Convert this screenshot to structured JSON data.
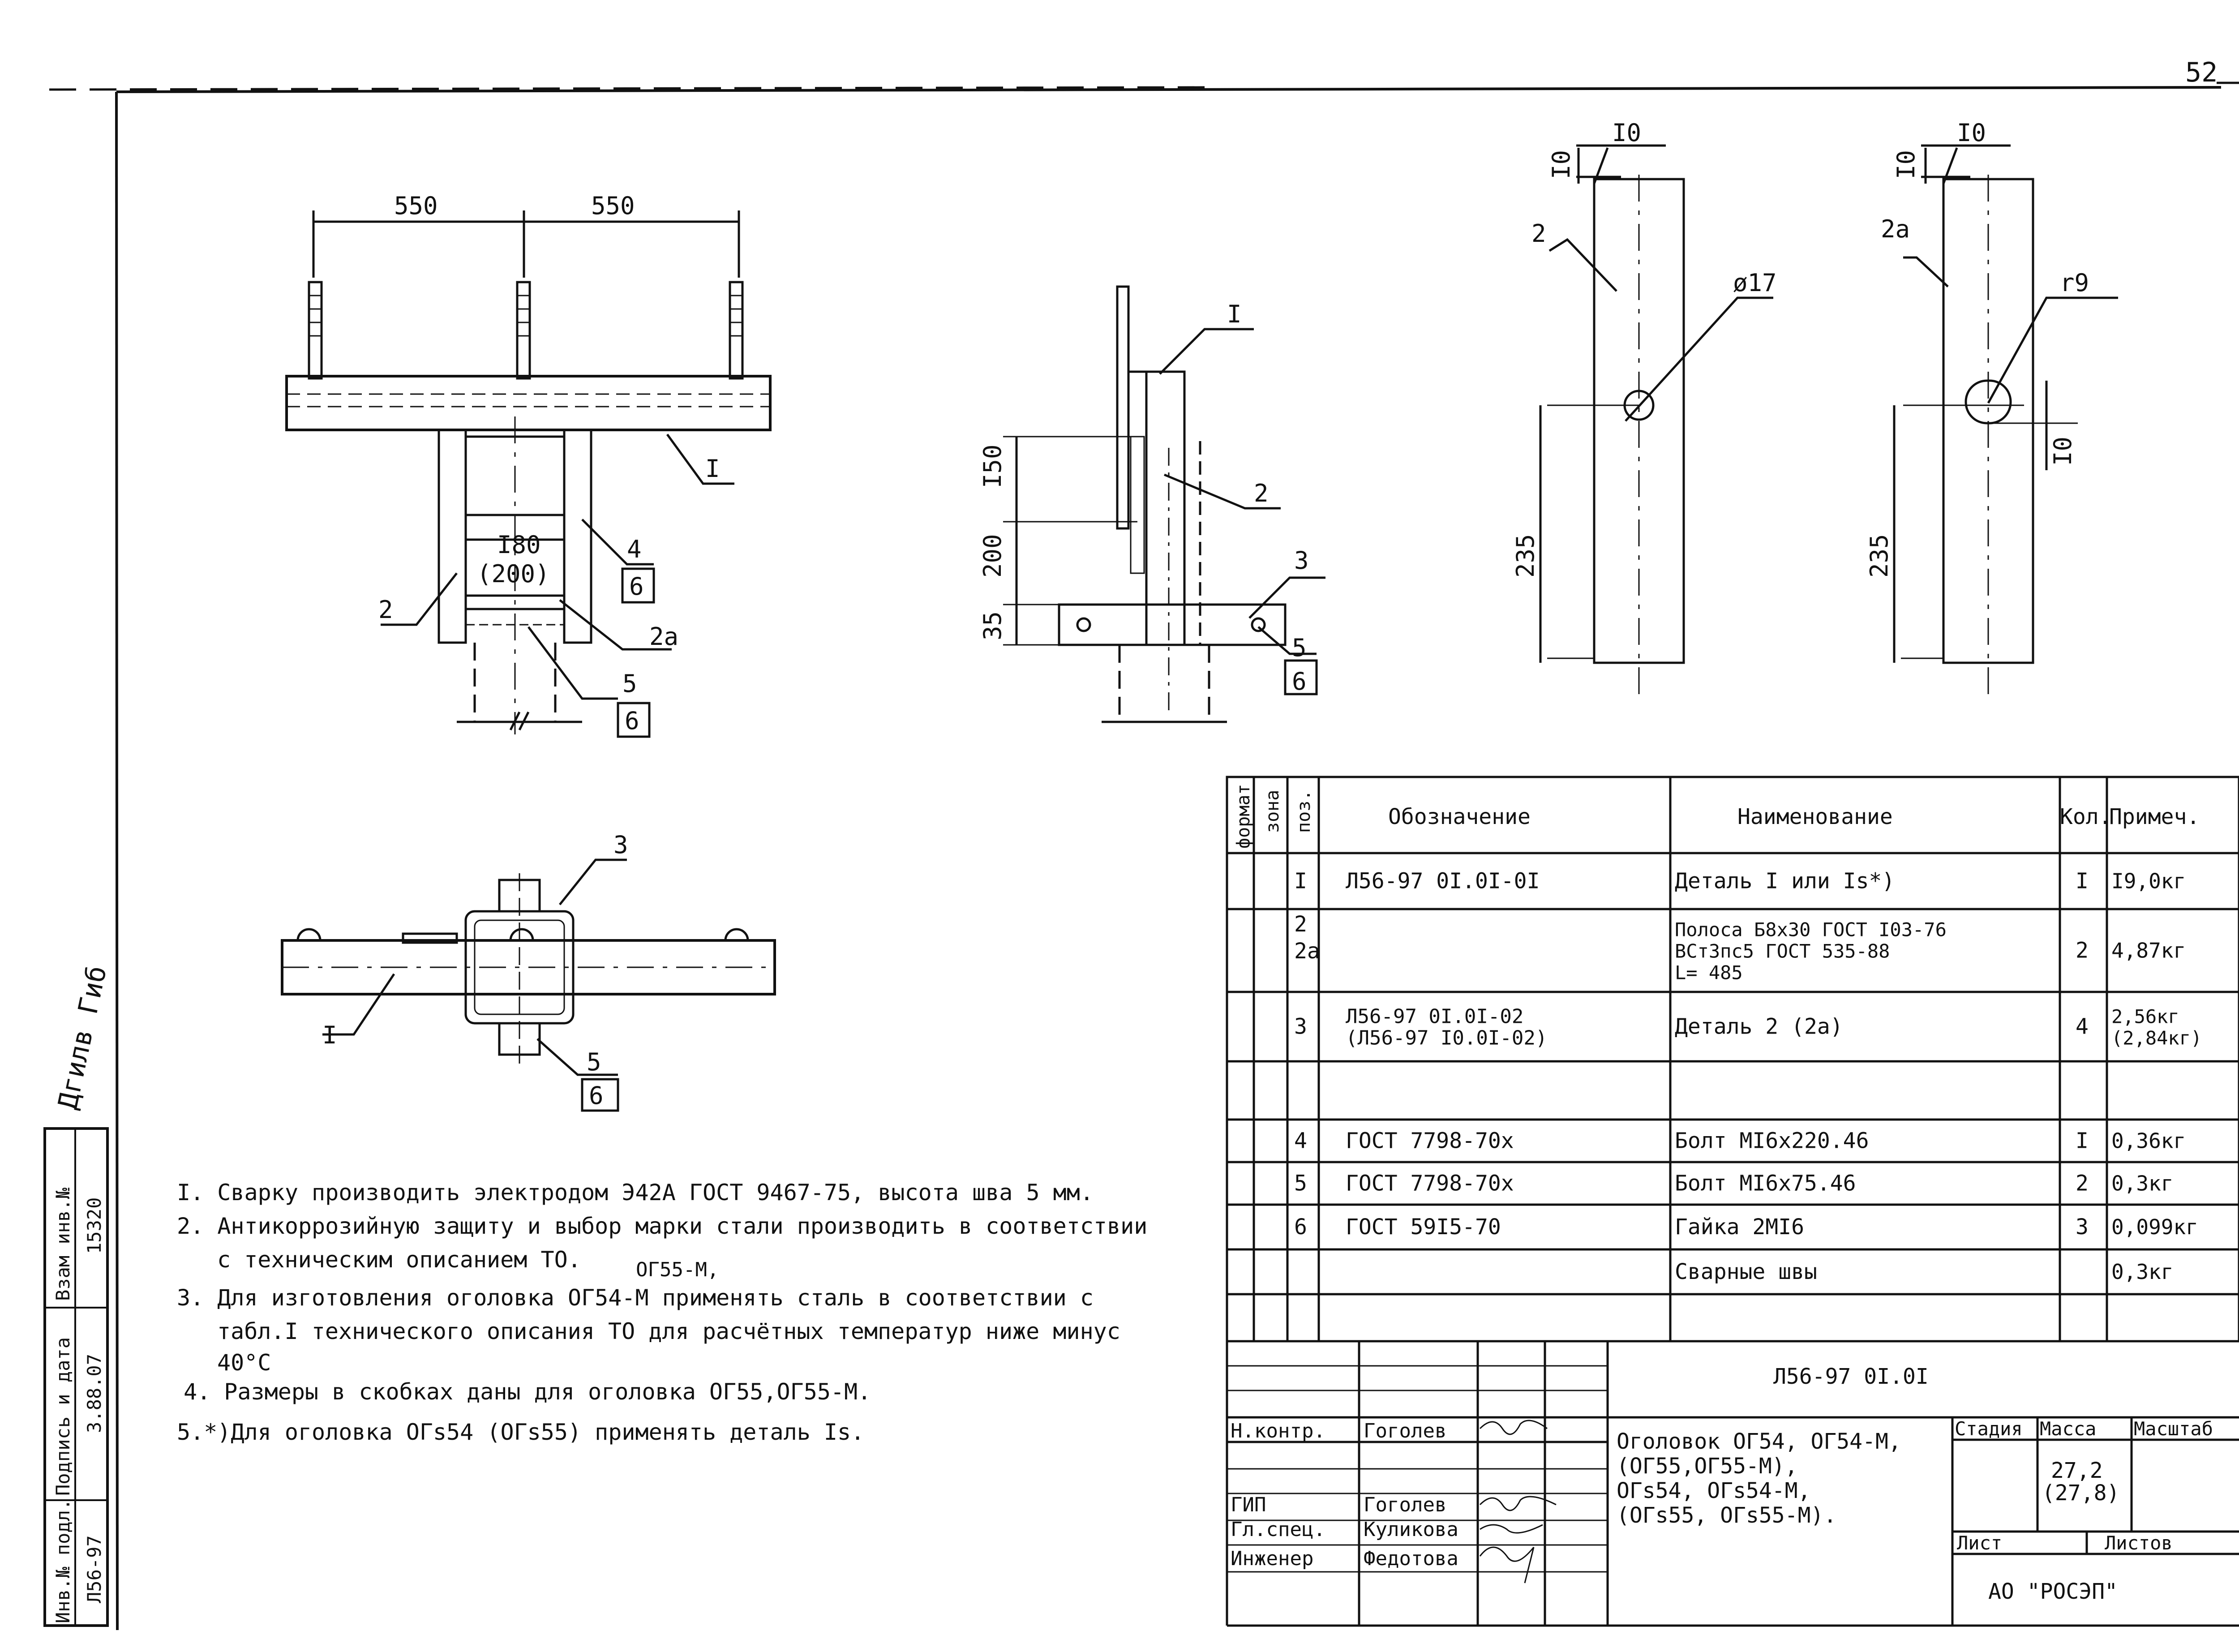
{
  "sheet": {
    "page_number": "52",
    "side_signature": "Дгилв Гиб"
  },
  "side_stamp": {
    "labels": [
      "Инв.№ подл.",
      "Подпись и дата",
      "Взам инв.№"
    ],
    "values": [
      "Л56-97",
      "3.88.07",
      "15320"
    ]
  },
  "view_front": {
    "dim_left": "550",
    "dim_right": "550",
    "inner_dim": "I80",
    "inner_dim_alt": "(200)",
    "callouts": [
      "I",
      "2",
      "2а",
      "4",
      "6",
      "5",
      "6"
    ]
  },
  "view_side": {
    "dims": [
      "I50",
      "200",
      "35"
    ],
    "callouts": [
      "I",
      "2",
      "3",
      "5",
      "6"
    ]
  },
  "view_plan": {
    "callouts": [
      "3",
      "I",
      "5",
      "6"
    ]
  },
  "detail_2": {
    "label": "2",
    "dims": [
      "I0",
      "I0",
      "235"
    ],
    "hole": "ø17"
  },
  "detail_2a": {
    "label": "2а",
    "dims": [
      "I0",
      "I0",
      "I0",
      "235"
    ],
    "hole": "r9"
  },
  "notes": [
    "I. Сварку производить электродом Э42А ГОСТ 9467-75, высота шва 5 мм.",
    "2. Антикоррозийную защиту и выбор марки стали производить в соответствии",
    "с техническим описанием ТО.",
    "ОГ55-М,",
    "3. Для изготовления оголовка ОГ54-М применять сталь в соответствии с",
    "табл.I технического описания ТО для расчётных температур ниже минус",
    "40°С",
    "4. Размеры в скобках даны для оголовка ОГ55,ОГ55-М.",
    "5.*)Для оголовка ОГs54 (ОГs55) применять деталь Is."
  ],
  "spec_table": {
    "headers": [
      "формат",
      "зона",
      "поз.",
      "Обозначение",
      "Наименование",
      "Кол.",
      "Примеч."
    ],
    "rows": [
      {
        "pos": "I",
        "designation": [
          "Л56-97 0I.0I-0I"
        ],
        "name": [
          "Деталь I или Is*)"
        ],
        "qty": "I",
        "note": [
          "I9,0кг"
        ]
      },
      {
        "pos": "2\n2а",
        "designation": [],
        "name": [
          "Полоса Б8х30 ГОСТ I03-76",
          "ВСт3пс5 ГОСТ 535-88",
          "L= 485"
        ],
        "qty": "2",
        "note": [
          "4,87кг"
        ]
      },
      {
        "pos": "3",
        "designation": [
          "Л56-97 0I.0I-02",
          "(Л56-97 I0.0I-02)"
        ],
        "name": [
          "Деталь 2 (2а)"
        ],
        "qty": "4",
        "note": [
          "2,56кг",
          "(2,84кг)"
        ]
      },
      {
        "pos": "",
        "designation": [],
        "name": [],
        "qty": "",
        "note": []
      },
      {
        "pos": "4",
        "designation": [
          "ГОСТ 7798-70х"
        ],
        "name": [
          "Болт МI6х220.46"
        ],
        "qty": "I",
        "note": [
          "0,36кг"
        ]
      },
      {
        "pos": "5",
        "designation": [
          "ГОСТ 7798-70х"
        ],
        "name": [
          "Болт МI6х75.46"
        ],
        "qty": "2",
        "note": [
          "0,3кг"
        ]
      },
      {
        "pos": "6",
        "designation": [
          "ГОСТ 59I5-70"
        ],
        "name": [
          "Гайка 2МI6"
        ],
        "qty": "3",
        "note": [
          "0,099кг"
        ]
      },
      {
        "pos": "",
        "designation": [],
        "name": [
          "Сварные швы"
        ],
        "qty": "",
        "note": [
          "0,3кг"
        ]
      }
    ]
  },
  "title_block": {
    "doc_code": "Л56-97 0I.0I",
    "title_lines": [
      "Оголовок ОГ54, ОГ54-М,",
      "(ОГ55,ОГ55-М),",
      "ОГs54, ОГs54-М,",
      "(ОГs55, ОГs55-М)."
    ],
    "stage_label": "Стадия",
    "mass_label": "Масса",
    "scale_label": "Масштаб",
    "mass_values": [
      "27,2",
      "(27,8)"
    ],
    "sheet_label": "Лист",
    "sheets_label": "Листов",
    "organization": "АО \"РОСЭП\"",
    "roles": [
      {
        "role": "Н.контр.",
        "name": "Гоголев"
      },
      {
        "role": "ГИП",
        "name": "Гоголев"
      },
      {
        "role": "Гл.спец.",
        "name": "Куликова"
      },
      {
        "role": "Инженер",
        "name": "Федотова"
      }
    ]
  }
}
